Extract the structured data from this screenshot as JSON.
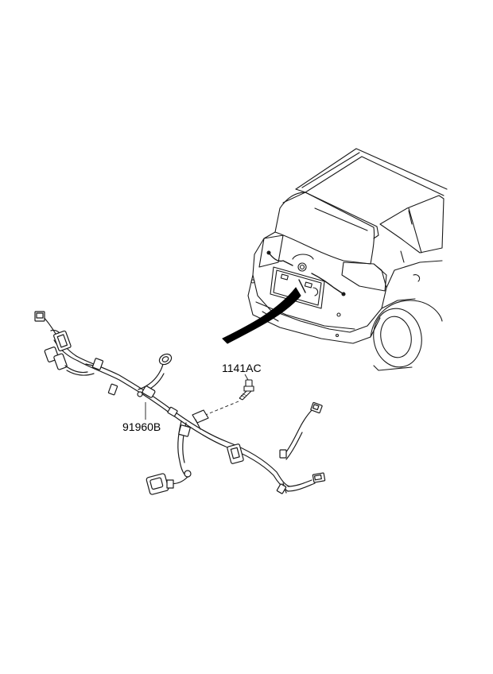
{
  "diagram": {
    "parts": [
      {
        "id": "bolt",
        "label": "1141AC"
      },
      {
        "id": "harness",
        "label": "91960B"
      }
    ],
    "colors": {
      "line": "#1a1a1a",
      "background": "#ffffff",
      "arrow_fill": "#000000"
    }
  }
}
